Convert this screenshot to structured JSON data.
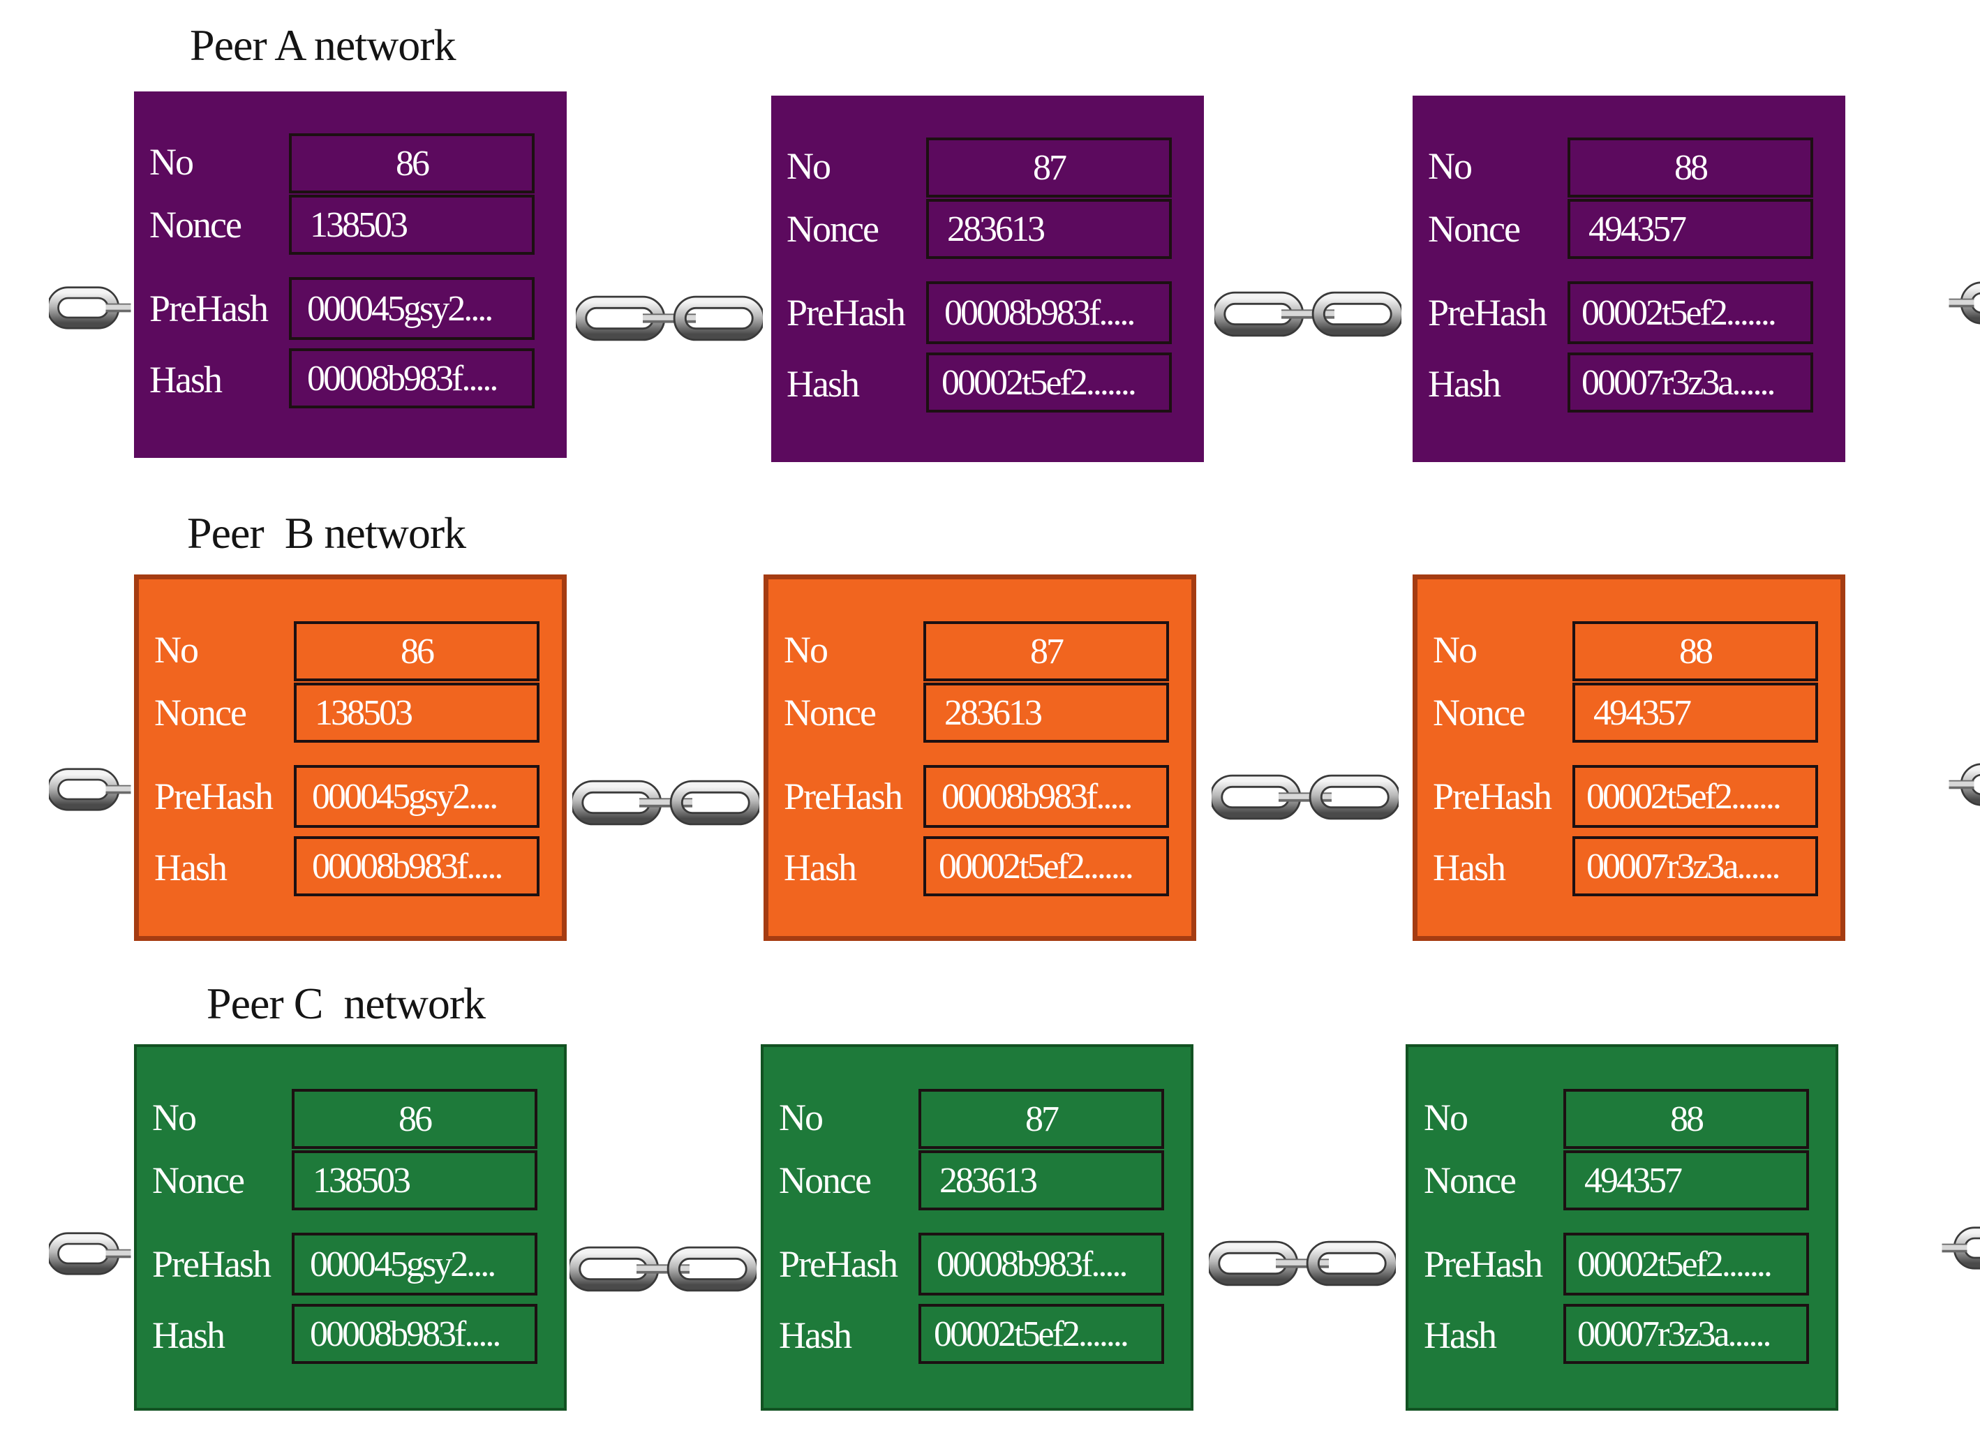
{
  "field_labels": {
    "no": "No",
    "nonce": "Nonce",
    "prehash": "PreHash",
    "hash": "Hash"
  },
  "peers": [
    {
      "title": "Peer A network",
      "color": "#5c0a5e",
      "blocks": [
        {
          "no": "86",
          "nonce": "138503",
          "prehash": "000045gsy2....",
          "hash": "00008b983f....."
        },
        {
          "no": "87",
          "nonce": "283613",
          "prehash": "00008b983f.....",
          "hash": "00002t5ef2......."
        },
        {
          "no": "88",
          "nonce": "494357",
          "prehash": "00002t5ef2.......",
          "hash": "00007r3z3a......"
        }
      ]
    },
    {
      "title": "Peer  B network",
      "color": "#f1651f",
      "blocks": [
        {
          "no": "86",
          "nonce": "138503",
          "prehash": "000045gsy2....",
          "hash": "00008b983f....."
        },
        {
          "no": "87",
          "nonce": "283613",
          "prehash": "00008b983f.....",
          "hash": "00002t5ef2......."
        },
        {
          "no": "88",
          "nonce": "494357",
          "prehash": "00002t5ef2.......",
          "hash": "00007r3z3a......"
        }
      ]
    },
    {
      "title": "Peer C  network",
      "color": "#1e7a3a",
      "blocks": [
        {
          "no": "86",
          "nonce": "138503",
          "prehash": "000045gsy2....",
          "hash": "00008b983f....."
        },
        {
          "no": "87",
          "nonce": "283613",
          "prehash": "00008b983f.....",
          "hash": "00002t5ef2......."
        },
        {
          "no": "88",
          "nonce": "494357",
          "prehash": "00002t5ef2.......",
          "hash": "00007r3z3a......"
        }
      ]
    }
  ],
  "icons": {
    "chain_link": "chain-link-icon"
  }
}
